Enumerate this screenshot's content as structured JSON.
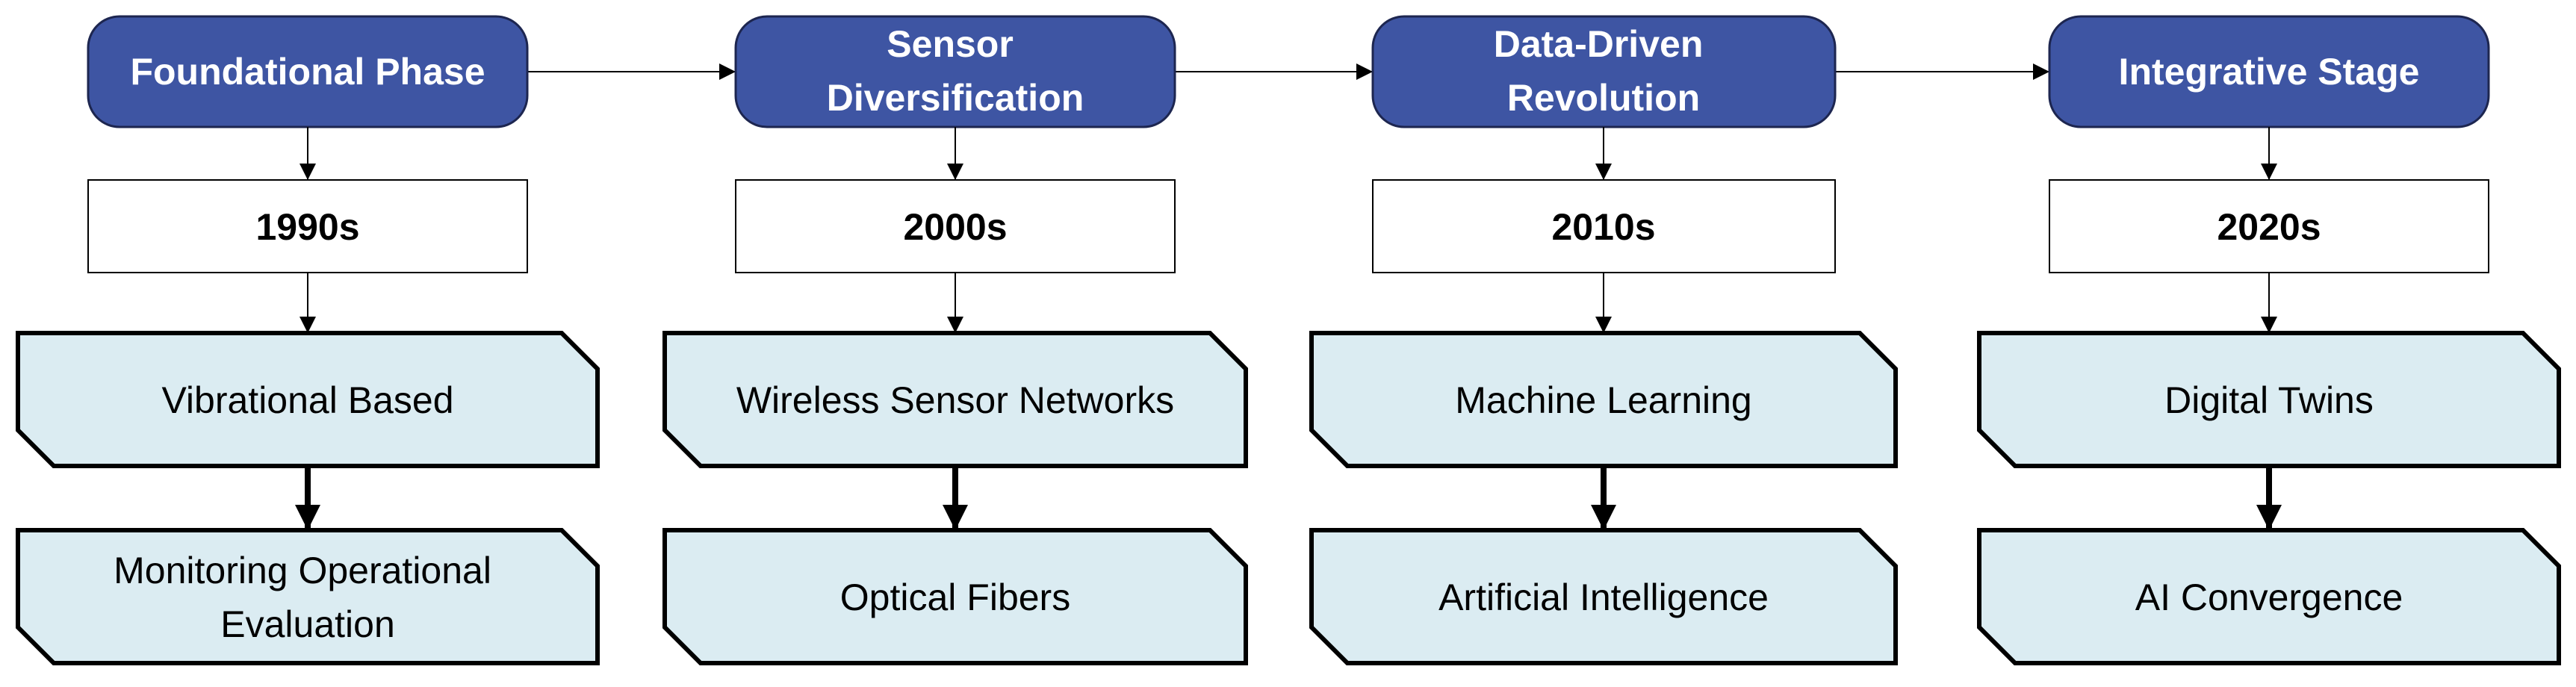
{
  "colors": {
    "phase_fill": "#3e55a3",
    "phase_border": "#1d2650",
    "tech_fill": "#dbecf2",
    "line": "#000000",
    "background": "#ffffff"
  },
  "columns": [
    {
      "phase": {
        "lines": [
          "Foundational Phase"
        ]
      },
      "era": "1990s",
      "primary": {
        "lines": [
          "Vibrational Based"
        ]
      },
      "secondary": {
        "lines": [
          "Monitoring Operational",
          "Evaluation"
        ]
      }
    },
    {
      "phase": {
        "lines": [
          "Sensor",
          "Diversification"
        ]
      },
      "era": "2000s",
      "primary": {
        "lines": [
          "Wireless Sensor Networks"
        ]
      },
      "secondary": {
        "lines": [
          "Optical Fibers"
        ]
      }
    },
    {
      "phase": {
        "lines": [
          "Data-Driven",
          "Revolution"
        ]
      },
      "era": "2010s",
      "primary": {
        "lines": [
          "Machine Learning"
        ]
      },
      "secondary": {
        "lines": [
          "Artificial Intelligence"
        ]
      }
    },
    {
      "phase": {
        "lines": [
          "Integrative Stage"
        ]
      },
      "era": "2020s",
      "primary": {
        "lines": [
          "Digital Twins"
        ]
      },
      "secondary": {
        "lines": [
          "AI Convergence"
        ]
      }
    }
  ]
}
